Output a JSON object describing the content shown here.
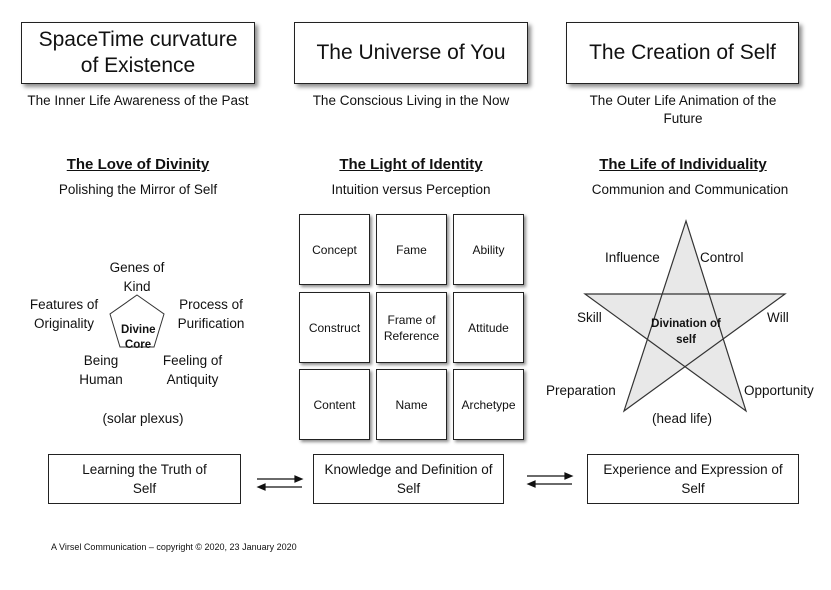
{
  "titles": {
    "left": "SpaceTime curvature of Existence",
    "center": "The Universe of You",
    "right": "The Creation of Self"
  },
  "subtitles": {
    "left": "The Inner Life Awareness of the Past",
    "center": "The Conscious Living in the Now",
    "right": "The Outer Life Animation of the Future"
  },
  "headings": {
    "left": "The Love of Divinity",
    "center": "The Light of Identity",
    "right": "The Life of Individuality"
  },
  "subheadings": {
    "left": "Polishing the Mirror of Self",
    "center": "Intuition versus Perception",
    "right": "Communion and Communication"
  },
  "pentagon": {
    "center": "Divine Core",
    "genes": "Genes of Kind",
    "features": "Features of Originality",
    "process": "Process of Purification",
    "being": "Being Human",
    "feeling": "Feeling of Antiquity",
    "note": "(solar plexus)"
  },
  "grid": [
    [
      "Concept",
      "Fame",
      "Ability"
    ],
    [
      "Construct",
      "Frame of Reference",
      "Attitude"
    ],
    [
      "Content",
      "Name",
      "Archetype"
    ]
  ],
  "star": {
    "center": "Divination of self",
    "influence": "Influence",
    "control": "Control",
    "skill": "Skill",
    "will": "Will",
    "preparation": "Preparation",
    "opportunity": "Opportunity",
    "note": "(head life)"
  },
  "bottom": {
    "left": "Learning the Truth of Self",
    "center": "Knowledge and Definition of Self",
    "right": "Experience and Expression of Self"
  },
  "footer": "A Virsel Communication – copyright © 2020, 23 January 2020"
}
